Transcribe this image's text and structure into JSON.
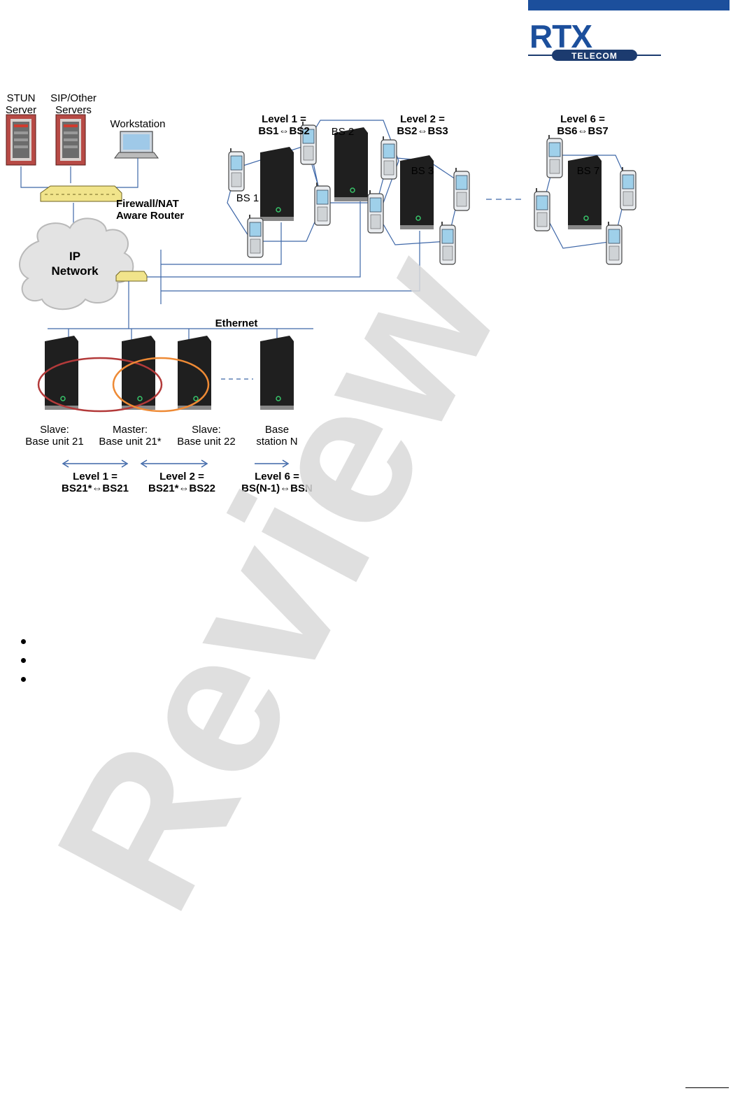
{
  "logo": {
    "brand": "RTX",
    "tagline": "TELECOM",
    "bar_color": "#1c4f9c"
  },
  "diagram": {
    "servers": {
      "stun": [
        "STUN",
        "Server"
      ],
      "sip": [
        "SIP/Other",
        "Servers"
      ],
      "workstation": "Workstation"
    },
    "router": [
      "Firewall/NAT",
      "Aware Router"
    ],
    "network": [
      "IP",
      "Network"
    ],
    "ethernet": "Ethernet",
    "top_levels": [
      {
        "line1": "Level 1 =",
        "line2": "BS1⇔BS2"
      },
      {
        "line1": "Level 2 =",
        "line2": "BS2⇔BS3"
      },
      {
        "line1": "Level 6 =",
        "line2": "BS6⇔BS7"
      }
    ],
    "top_bases": [
      "BS 1",
      "BS 2",
      "BS 3",
      "BS 7"
    ],
    "bottom_units": [
      [
        "Slave:",
        "Base unit 21"
      ],
      [
        "Master:",
        "Base unit 21*"
      ],
      [
        "Slave:",
        "Base unit 22"
      ],
      [
        "Base",
        "station N"
      ]
    ],
    "bottom_levels": [
      {
        "line1": "Level 1 =",
        "line2": "BS21*⇔BS21"
      },
      {
        "line1": "Level 2 =",
        "line2": "BS21*⇔BS22"
      },
      {
        "line1": "Level 6 =",
        "line2": "BS(N-1)⇔BSN"
      }
    ],
    "colors": {
      "line": "#3e67a8",
      "cluster_red": "#b33a3a",
      "cluster_orange": "#ee8a35",
      "router": "#f1e48b",
      "server": "#a8403b"
    }
  },
  "bullets": [
    "",
    "",
    ""
  ],
  "watermark": "Review"
}
